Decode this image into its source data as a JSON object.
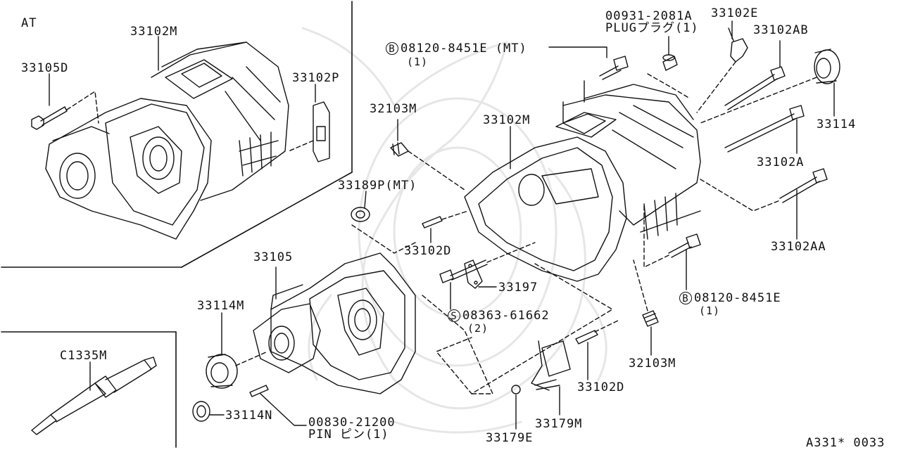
{
  "frame": {
    "at_label": "AT",
    "figure_code": "A331* 0033"
  },
  "labels": {
    "p33102M_at": "33102M",
    "p33105D": "33105D",
    "p33102P": "33102P",
    "p00931": "00931-2081A",
    "p00931_sub": "PLUGプラグ(1)",
    "p33102E": "33102E",
    "p33102AB": "33102AB",
    "p08120_mt_circle": "B",
    "p08120_mt": "08120-8451E (MT)",
    "p08120_mt_qty": "(1)",
    "p32103M_top": "32103M",
    "p33102M_mt": "33102M",
    "p33114": "33114",
    "p33102A": "33102A",
    "p33189P": "33189P(MT)",
    "p33102AA": "33102AA",
    "p33102D_left": "33102D",
    "p33105": "33105",
    "p33197": "33197",
    "p08120_circle": "B",
    "p08120": "08120-8451E",
    "p08120_qty": "(1)",
    "p33114M": "33114M",
    "p08363_circle": "S",
    "p08363": "08363-61662",
    "p08363_qty": "(2)",
    "p32103M_bot": "32103M",
    "pC1335M": "C1335M",
    "p33102D_right": "33102D",
    "p33179M": "33179M",
    "p33114N": "33114N",
    "p00830": "00830-21200",
    "p00830_sub": "PIN ピン(1)",
    "p33179E": "33179E"
  }
}
